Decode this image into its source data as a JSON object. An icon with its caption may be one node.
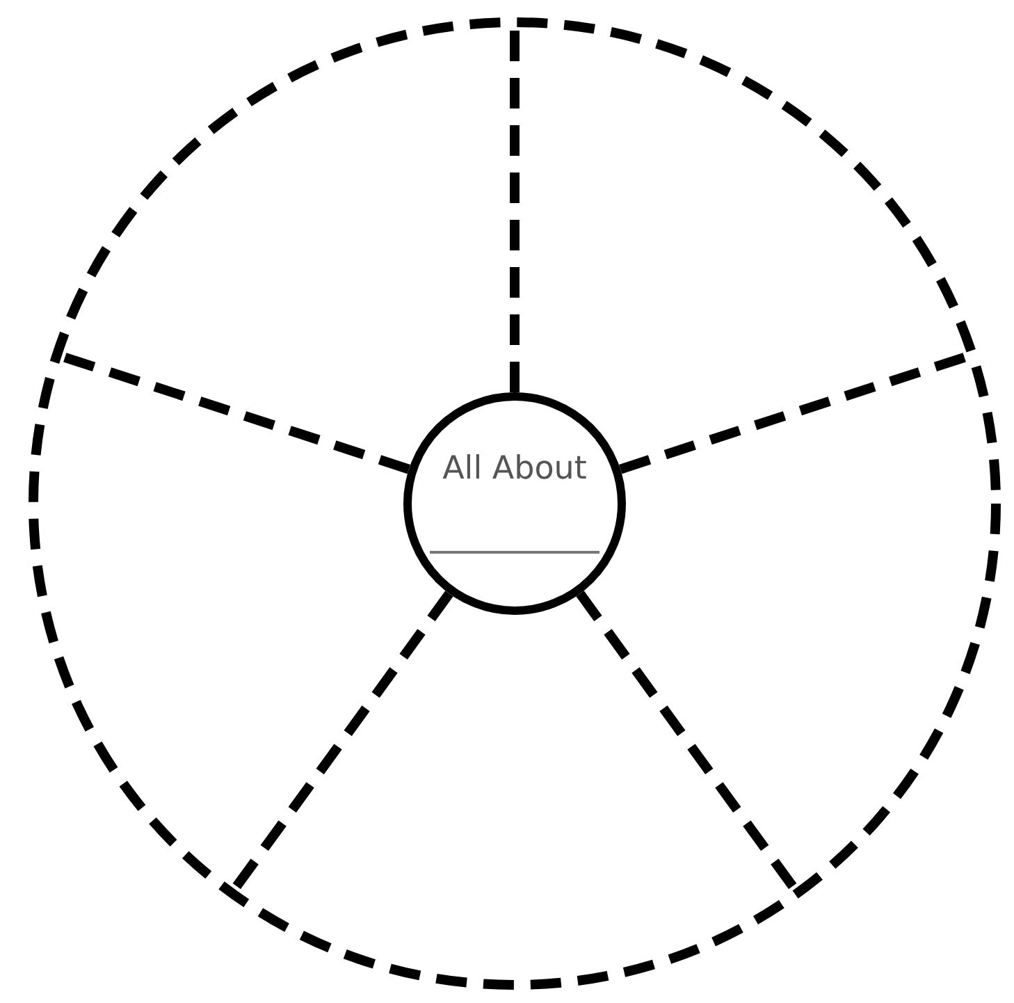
{
  "diagram": {
    "nodes": [
      {
        "text": [],
        "shape": "circle"
      },
      {
        "text": [
          "All About"
        ],
        "in": 0
      }
    ],
    "edges": [
      {
        "from": 1,
        "to": 0,
        "arrow": "none",
        "style": "dashed"
      },
      {
        "from": 1,
        "to": 0,
        "arrow": "none",
        "style": "dashed"
      },
      {
        "from": 1,
        "to": 0,
        "arrow": "none",
        "style": "dashed"
      },
      {
        "from": 1,
        "to": 0,
        "arrow": "none",
        "style": "dashed"
      },
      {
        "from": 1,
        "to": 0,
        "arrow": "none",
        "style": "dashed"
      }
    ]
  }
}
